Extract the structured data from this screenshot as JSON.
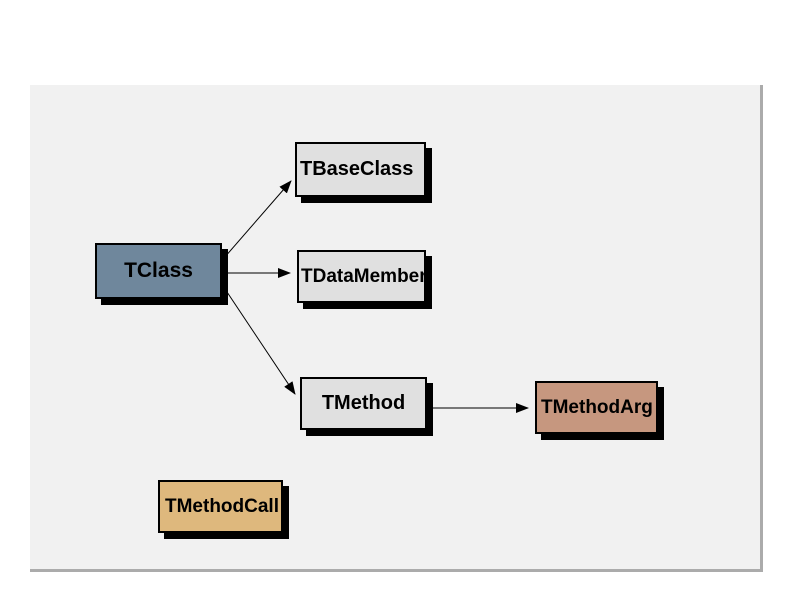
{
  "diagram": {
    "nodes": [
      {
        "label": "TClass",
        "fill": "#6F879C"
      },
      {
        "label": "TBaseClass",
        "fill": "#E0E0E0"
      },
      {
        "label": "TDataMember",
        "fill": "#E0E0E0"
      },
      {
        "label": "TMethod",
        "fill": "#E0E0E0"
      },
      {
        "label": "TMethodArg",
        "fill": "#C6977F"
      },
      {
        "label": "TMethodCall",
        "fill": "#DEB87D"
      }
    ],
    "edges": [
      {
        "from": "TClass",
        "to": "TBaseClass"
      },
      {
        "from": "TClass",
        "to": "TDataMember"
      },
      {
        "from": "TClass",
        "to": "TMethod"
      },
      {
        "from": "TMethod",
        "to": "TMethodArg"
      }
    ],
    "colors": {
      "panel_bg": "#F1F1F1",
      "panel_border": "#ABABAB",
      "node_border": "#000000",
      "node_shadow": "#000000",
      "edge_line": "#000000",
      "page_bg": "#FFFFFF"
    }
  }
}
